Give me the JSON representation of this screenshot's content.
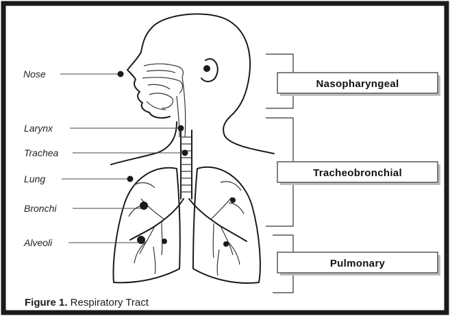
{
  "figure": {
    "caption_prefix": "Figure 1.",
    "caption_text": " Respiratory Tract"
  },
  "labels": {
    "nose": "Nose",
    "larynx": "Larynx",
    "trachea": "Trachea",
    "lung": "Lung",
    "bronchi": "Bronchi",
    "alveoli": "Alveoli"
  },
  "regions": {
    "nasopharyngeal": "Nasopharyngeal",
    "tracheobronchial": "Tracheobronchial",
    "pulmonary": "Pulmonary"
  },
  "colors": {
    "border": "#1a1a1a",
    "ink": "#1a1a1a",
    "box_fill": "#ffffff",
    "box_shadow": "#bdbdbd"
  }
}
